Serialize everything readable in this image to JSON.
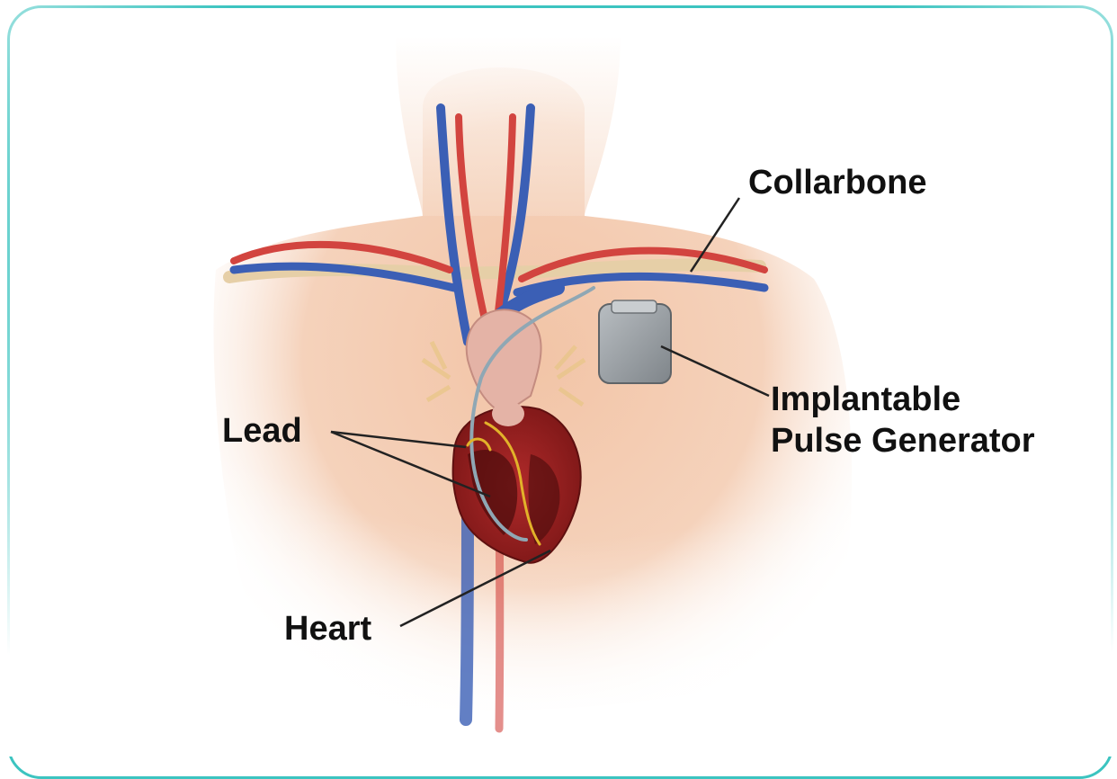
{
  "labels": {
    "collarbone": "Collarbone",
    "generator_line1": "Implantable",
    "generator_line2": "Pulse Generator",
    "lead": "Lead",
    "heart": "Heart"
  },
  "colors": {
    "frame": "#3cc4c0",
    "skin": "#f3c9ad",
    "artery": "#d2443f",
    "vein": "#3b5fb5",
    "bone": "#e6cfa7",
    "device": "#9a9fa3",
    "lead_wire": "#e2b22a"
  }
}
